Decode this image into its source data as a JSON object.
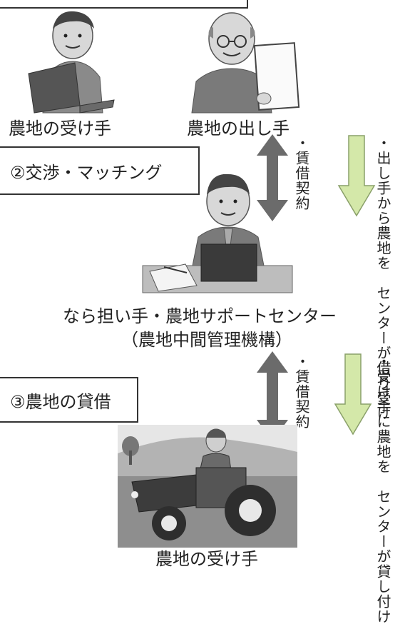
{
  "labels": {
    "receiver_top": "農地の受け手",
    "provider": "農地の出し手",
    "center_name": "なら担い手・農地サポートセンター",
    "center_sub": "（農地中間管理機構）",
    "receiver_bottom": "農地の受け手"
  },
  "steps": {
    "step2": "②交渉・マッチング",
    "step3": "③農地の貸借"
  },
  "notes": {
    "lease_upper": "・賃借契約",
    "lease_lower": "・賃借契約",
    "borrow_upper": "・出し手から農地を　センターが借り受け",
    "lend_lower": "・受け手に農地を　センターが貸し付け"
  },
  "colors": {
    "double_arrow": "#6b6b6b",
    "green_arrow": "#d4e8a9",
    "green_arrow_stroke": "#8aa06a",
    "illustration_gray": "#8c8c8c"
  }
}
